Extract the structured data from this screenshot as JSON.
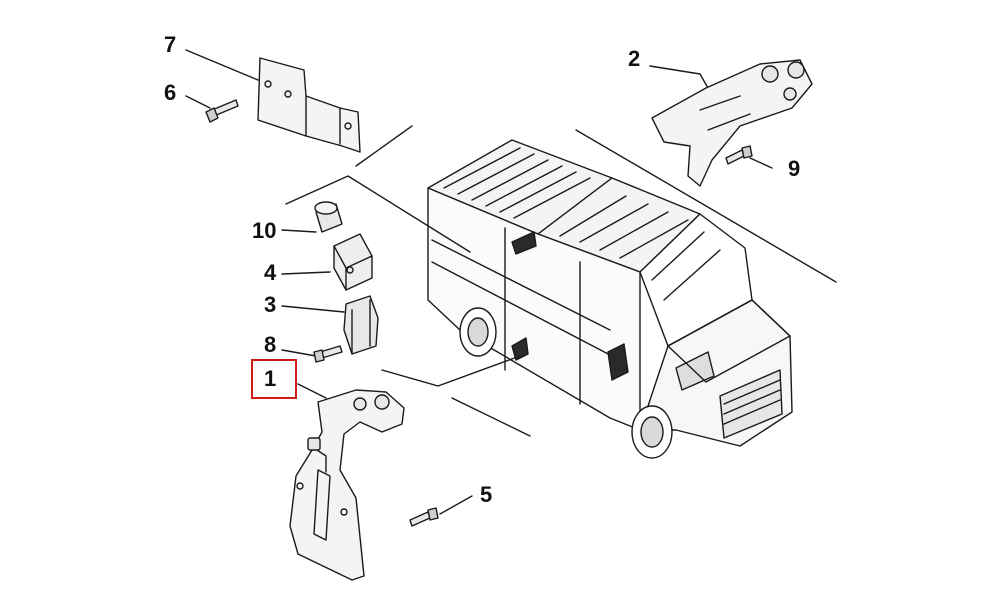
{
  "callouts": {
    "c1": "1",
    "c2": "2",
    "c3": "3",
    "c4": "4",
    "c5": "5",
    "c6": "6",
    "c7": "7",
    "c8": "8",
    "c9": "9",
    "c10": "10"
  },
  "highlight": {
    "target": "1",
    "color": "#d11a1a"
  },
  "colors": {
    "line": "#1a1a1a",
    "fill_light": "#f2f2f2",
    "fill_mid": "#cfcfcf",
    "fill_dark": "#2a2a2a"
  }
}
